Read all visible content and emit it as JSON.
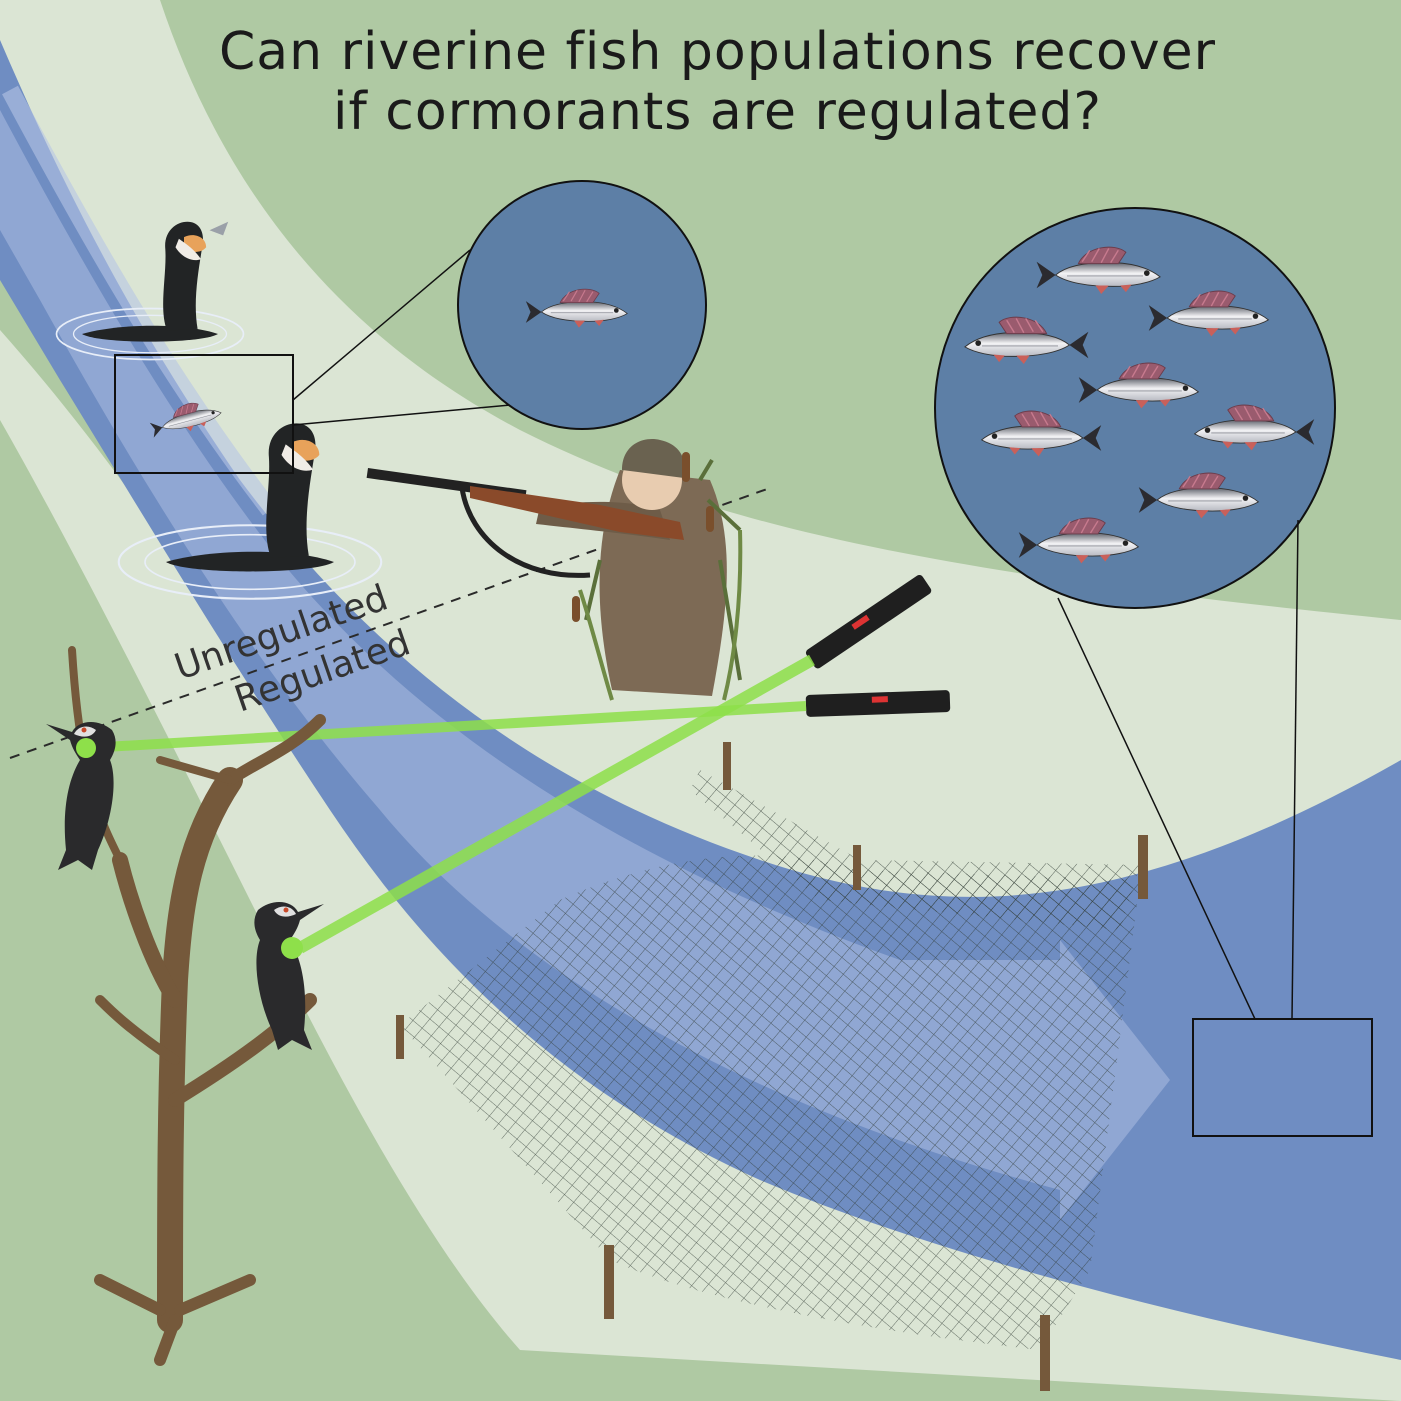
{
  "title": {
    "line1": "Can riverine fish populations recover",
    "line2": "if cormorants are regulated?"
  },
  "zones": {
    "upper": "Unregulated",
    "lower": "Regulated"
  },
  "colors": {
    "bank_green": "#afc9a3",
    "floodplain": "#dbe5d4",
    "river": "#6f8dc2",
    "river_light": "#97abd6",
    "inset_water": "#5d7fa6",
    "laser": "#8ee04a",
    "wood": "#75593b",
    "net": "#2f3a33"
  },
  "insets": {
    "unregulated_fish_count": 1,
    "regulated_fish_count": 8
  }
}
